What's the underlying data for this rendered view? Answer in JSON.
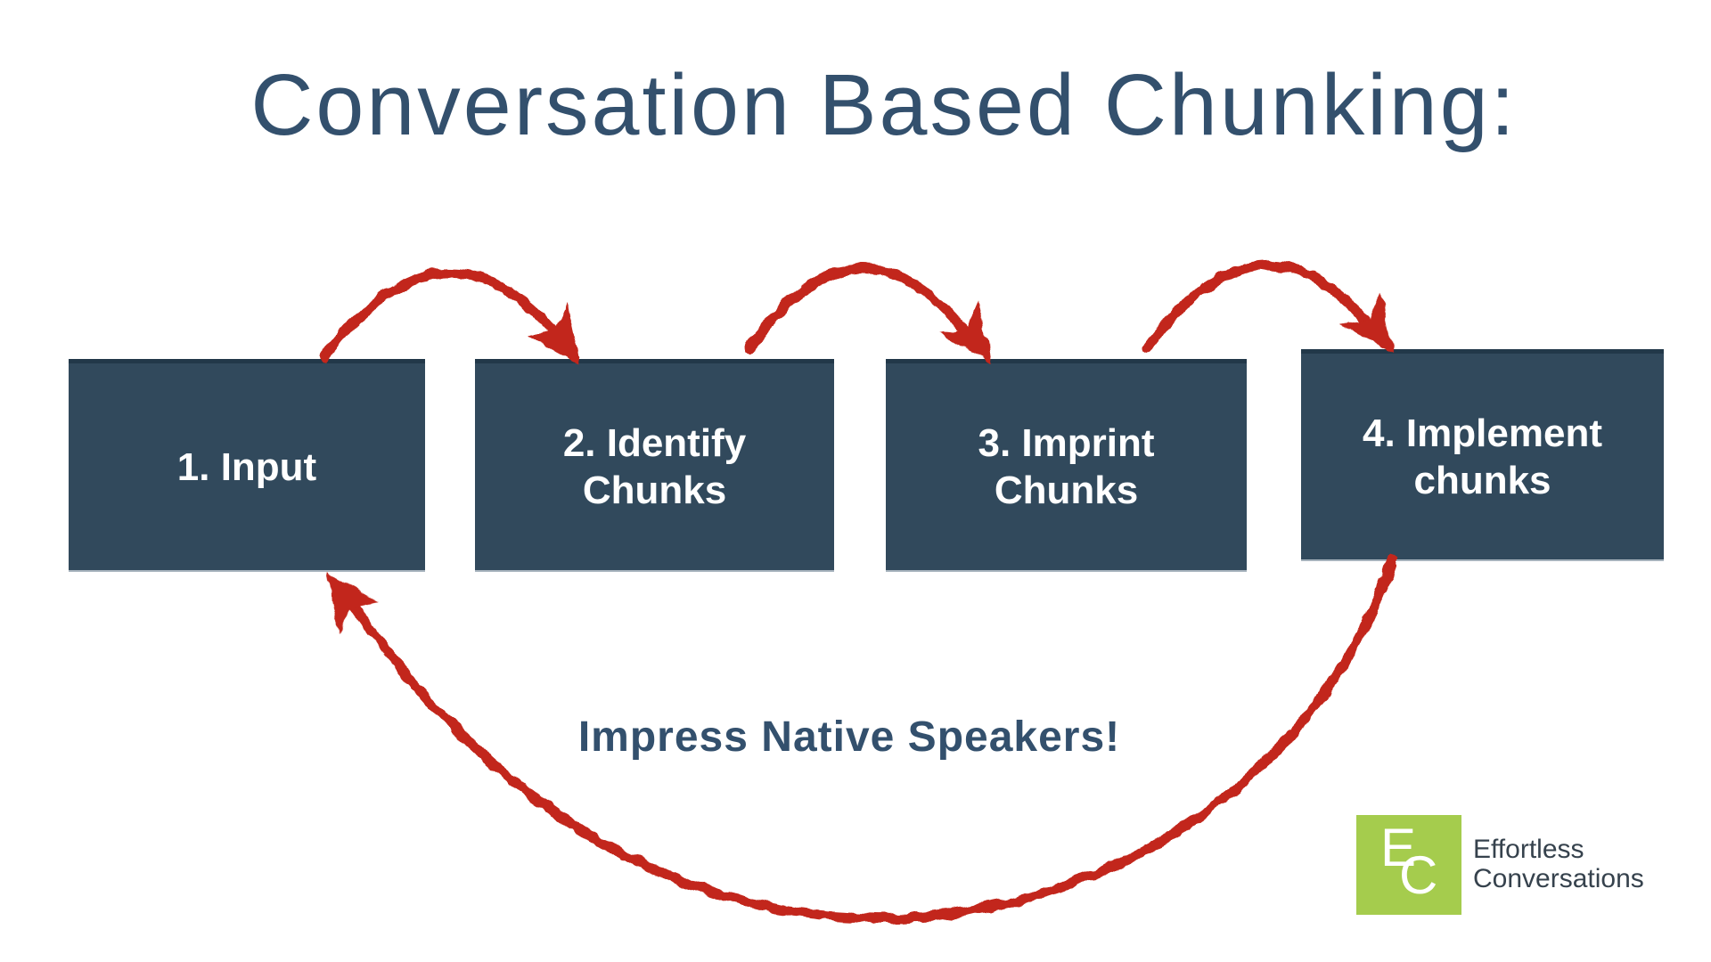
{
  "title": "Conversation Based Chunking:",
  "steps": [
    {
      "id": 1,
      "lines": [
        "1. Input"
      ]
    },
    {
      "id": 2,
      "lines": [
        "2. Identify",
        "Chunks"
      ]
    },
    {
      "id": 3,
      "lines": [
        "3. Imprint",
        "Chunks"
      ]
    },
    {
      "id": 4,
      "lines": [
        "4. Implement",
        "chunks"
      ]
    }
  ],
  "flow": {
    "forward_arrows": [
      "step-1-to-step-2",
      "step-2-to-step-3",
      "step-3-to-step-4"
    ],
    "loop_arrow": "step-4-back-to-step-1"
  },
  "loop_caption": "Impress Native Speakers!",
  "logo": {
    "monogram": [
      "E",
      "C"
    ],
    "name_lines": [
      "Effortless",
      "Conversations"
    ]
  },
  "colors": {
    "title_navy": "#33506D",
    "box_fill": "#31495C",
    "box_label": "#FFFFFF",
    "arrow_red": "#C2281C",
    "logo_green": "#A5CC4D",
    "logo_text": "#36424D",
    "background": "#FFFFFF"
  }
}
